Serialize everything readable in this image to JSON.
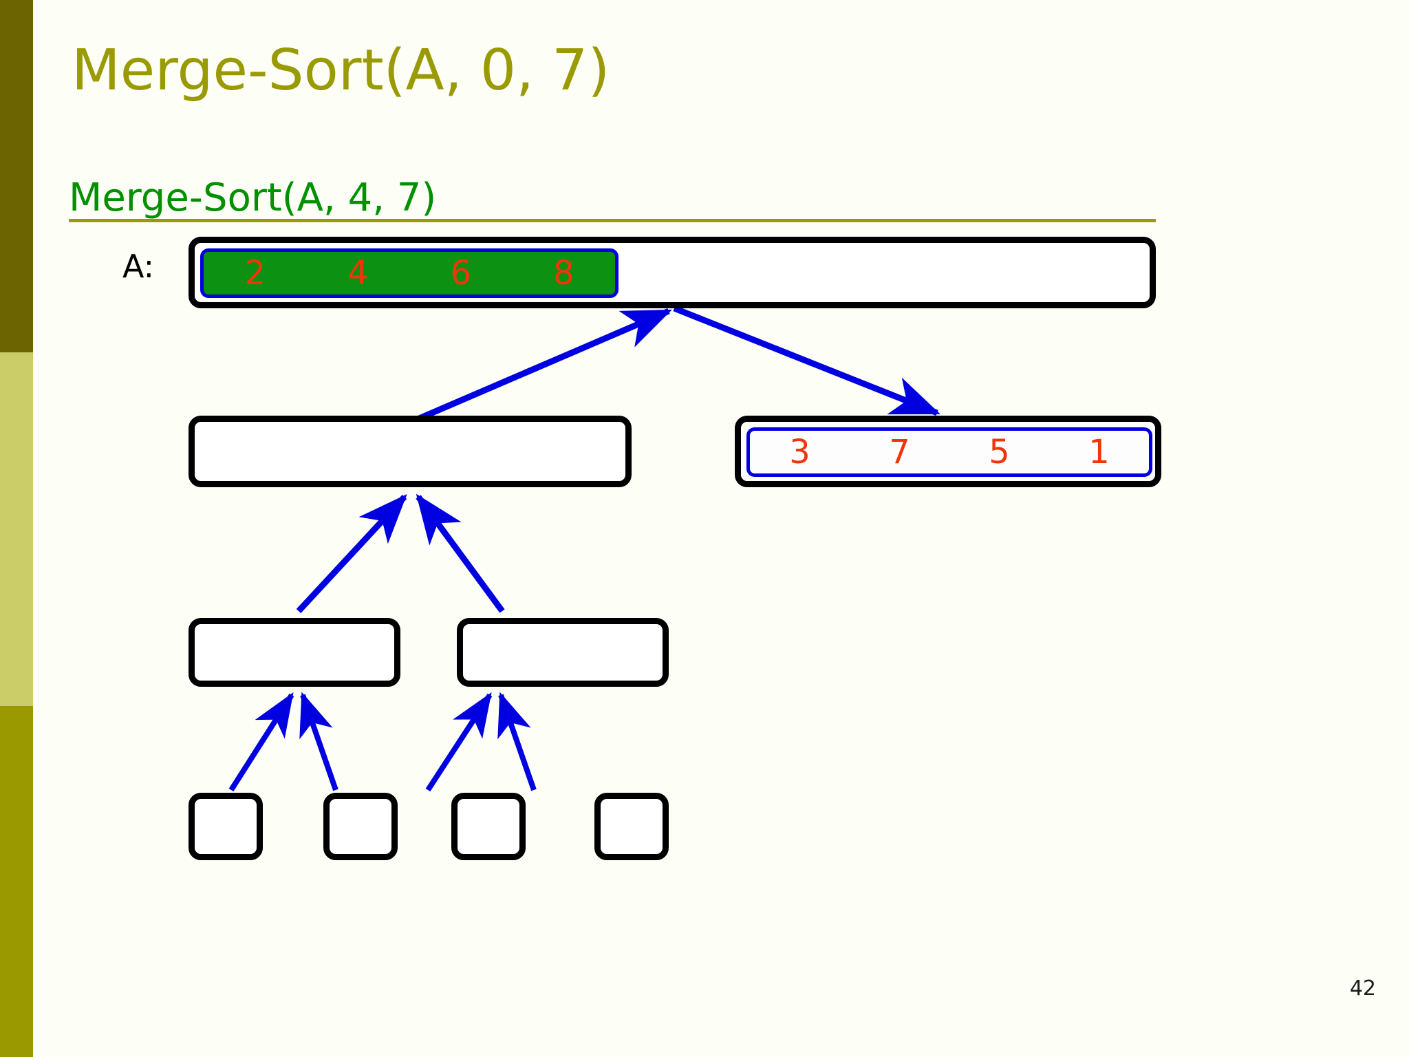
{
  "slide": {
    "title": "Merge-Sort(A, 0, 7)",
    "subtitle": "Merge-Sort(A, 4, 7)",
    "page_number": "42",
    "array_label": "A:",
    "colors": {
      "title": "#9a9a05",
      "subtitle": "#009000",
      "divider": "#9a9a05",
      "box_border": "#000000",
      "strip_border": "#0000e0",
      "strip_fill_active": "#0d9112",
      "strip_fill_plain": "#fdfdfd",
      "number": "#f1350b",
      "arrow": "#0000e0",
      "sidebar_top": "#6b6400",
      "sidebar_mid": "#cbcd68",
      "sidebar_bottom": "#9a9a00",
      "background": "#fdfff7"
    }
  },
  "tree": {
    "level0": {
      "name": "root-array",
      "values": [
        "2",
        "4",
        "6",
        "8"
      ],
      "filled": true,
      "strip_covers": "left-half"
    },
    "level1": [
      {
        "name": "left-half",
        "values": [],
        "filled": false,
        "has_strip": false
      },
      {
        "name": "right-half",
        "values": [
          "3",
          "7",
          "5",
          "1"
        ],
        "filled": false,
        "has_strip": true
      }
    ],
    "level2": [
      {
        "name": "quarter-1",
        "values": []
      },
      {
        "name": "quarter-2",
        "values": []
      }
    ],
    "level3": [
      {
        "name": "leaf-1",
        "values": []
      },
      {
        "name": "leaf-2",
        "values": []
      },
      {
        "name": "leaf-3",
        "values": []
      },
      {
        "name": "leaf-4",
        "values": []
      }
    ]
  }
}
